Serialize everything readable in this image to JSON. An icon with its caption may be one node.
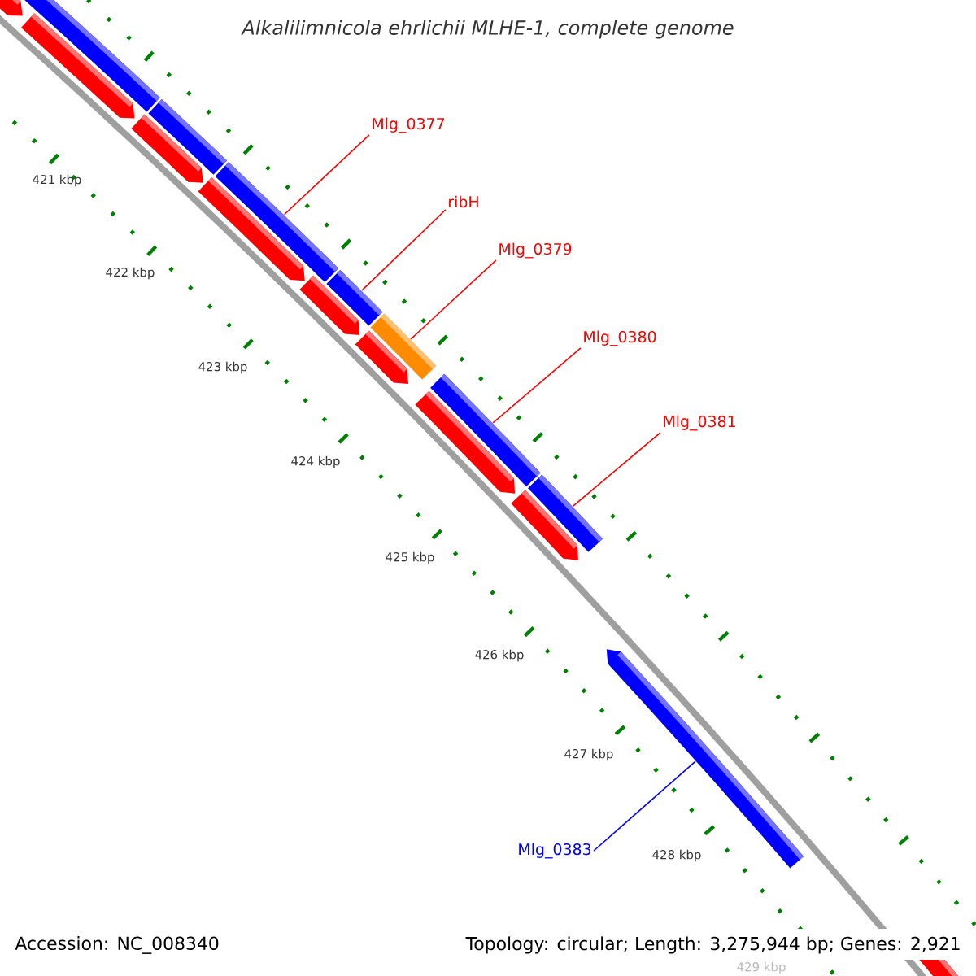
{
  "diagram": {
    "title": "Alkalilimnicola ehrlichii MLHE-1, complete genome",
    "nodes": [
      {
        "text": [
          "Mlg_0377"
        ]
      },
      {
        "text": [
          "ribH"
        ]
      },
      {
        "text": [
          "Mlg_0379"
        ]
      },
      {
        "text": [
          "Mlg_0380"
        ]
      },
      {
        "text": [
          "Mlg_0381"
        ]
      },
      {
        "text": [
          "Mlg_0383"
        ]
      },
      {
        "text": [],
        "shape": "arrow"
      },
      {
        "text": [],
        "shape": "bar"
      },
      {
        "text": [],
        "shape": "arrow"
      },
      {
        "text": [],
        "shape": "bar"
      },
      {
        "text": [],
        "shape": "arrow"
      },
      {
        "text": [],
        "shape": "bar"
      },
      {
        "text": [],
        "shape": "arrow"
      },
      {
        "text": [],
        "shape": "bar"
      },
      {
        "text": [],
        "shape": "arrow"
      },
      {
        "text": [],
        "shape": "bar"
      },
      {
        "text": [],
        "shape": "arrow"
      },
      {
        "text": [],
        "shape": "bar"
      },
      {
        "text": [],
        "shape": "arrow"
      },
      {
        "text": [],
        "shape": "bar"
      },
      {
        "text": [],
        "shape": "arrow"
      },
      {
        "text": [],
        "shape": "arrow"
      },
      {
        "text": [],
        "shape": "arrow"
      }
    ],
    "edges": [
      {
        "from": 0,
        "to": 11,
        "arrow": "none"
      },
      {
        "from": 1,
        "to": 13,
        "arrow": "none"
      },
      {
        "from": 2,
        "to": 15,
        "arrow": "none"
      },
      {
        "from": 3,
        "to": 17,
        "arrow": "none"
      },
      {
        "from": 4,
        "to": 19,
        "arrow": "none"
      },
      {
        "from": 5,
        "to": 21,
        "arrow": "none",
        "color": "#0000ff"
      }
    ],
    "labels": [
      "421 kbp",
      "422 kbp",
      "423 kbp",
      "424 kbp",
      "425 kbp",
      "426 kbp",
      "427 kbp",
      "428 kbp",
      "429 kbp",
      "Accession: NC_008340",
      "Topology: circular; Length: 3,275,944 bp; Genes: 2,921"
    ]
  }
}
